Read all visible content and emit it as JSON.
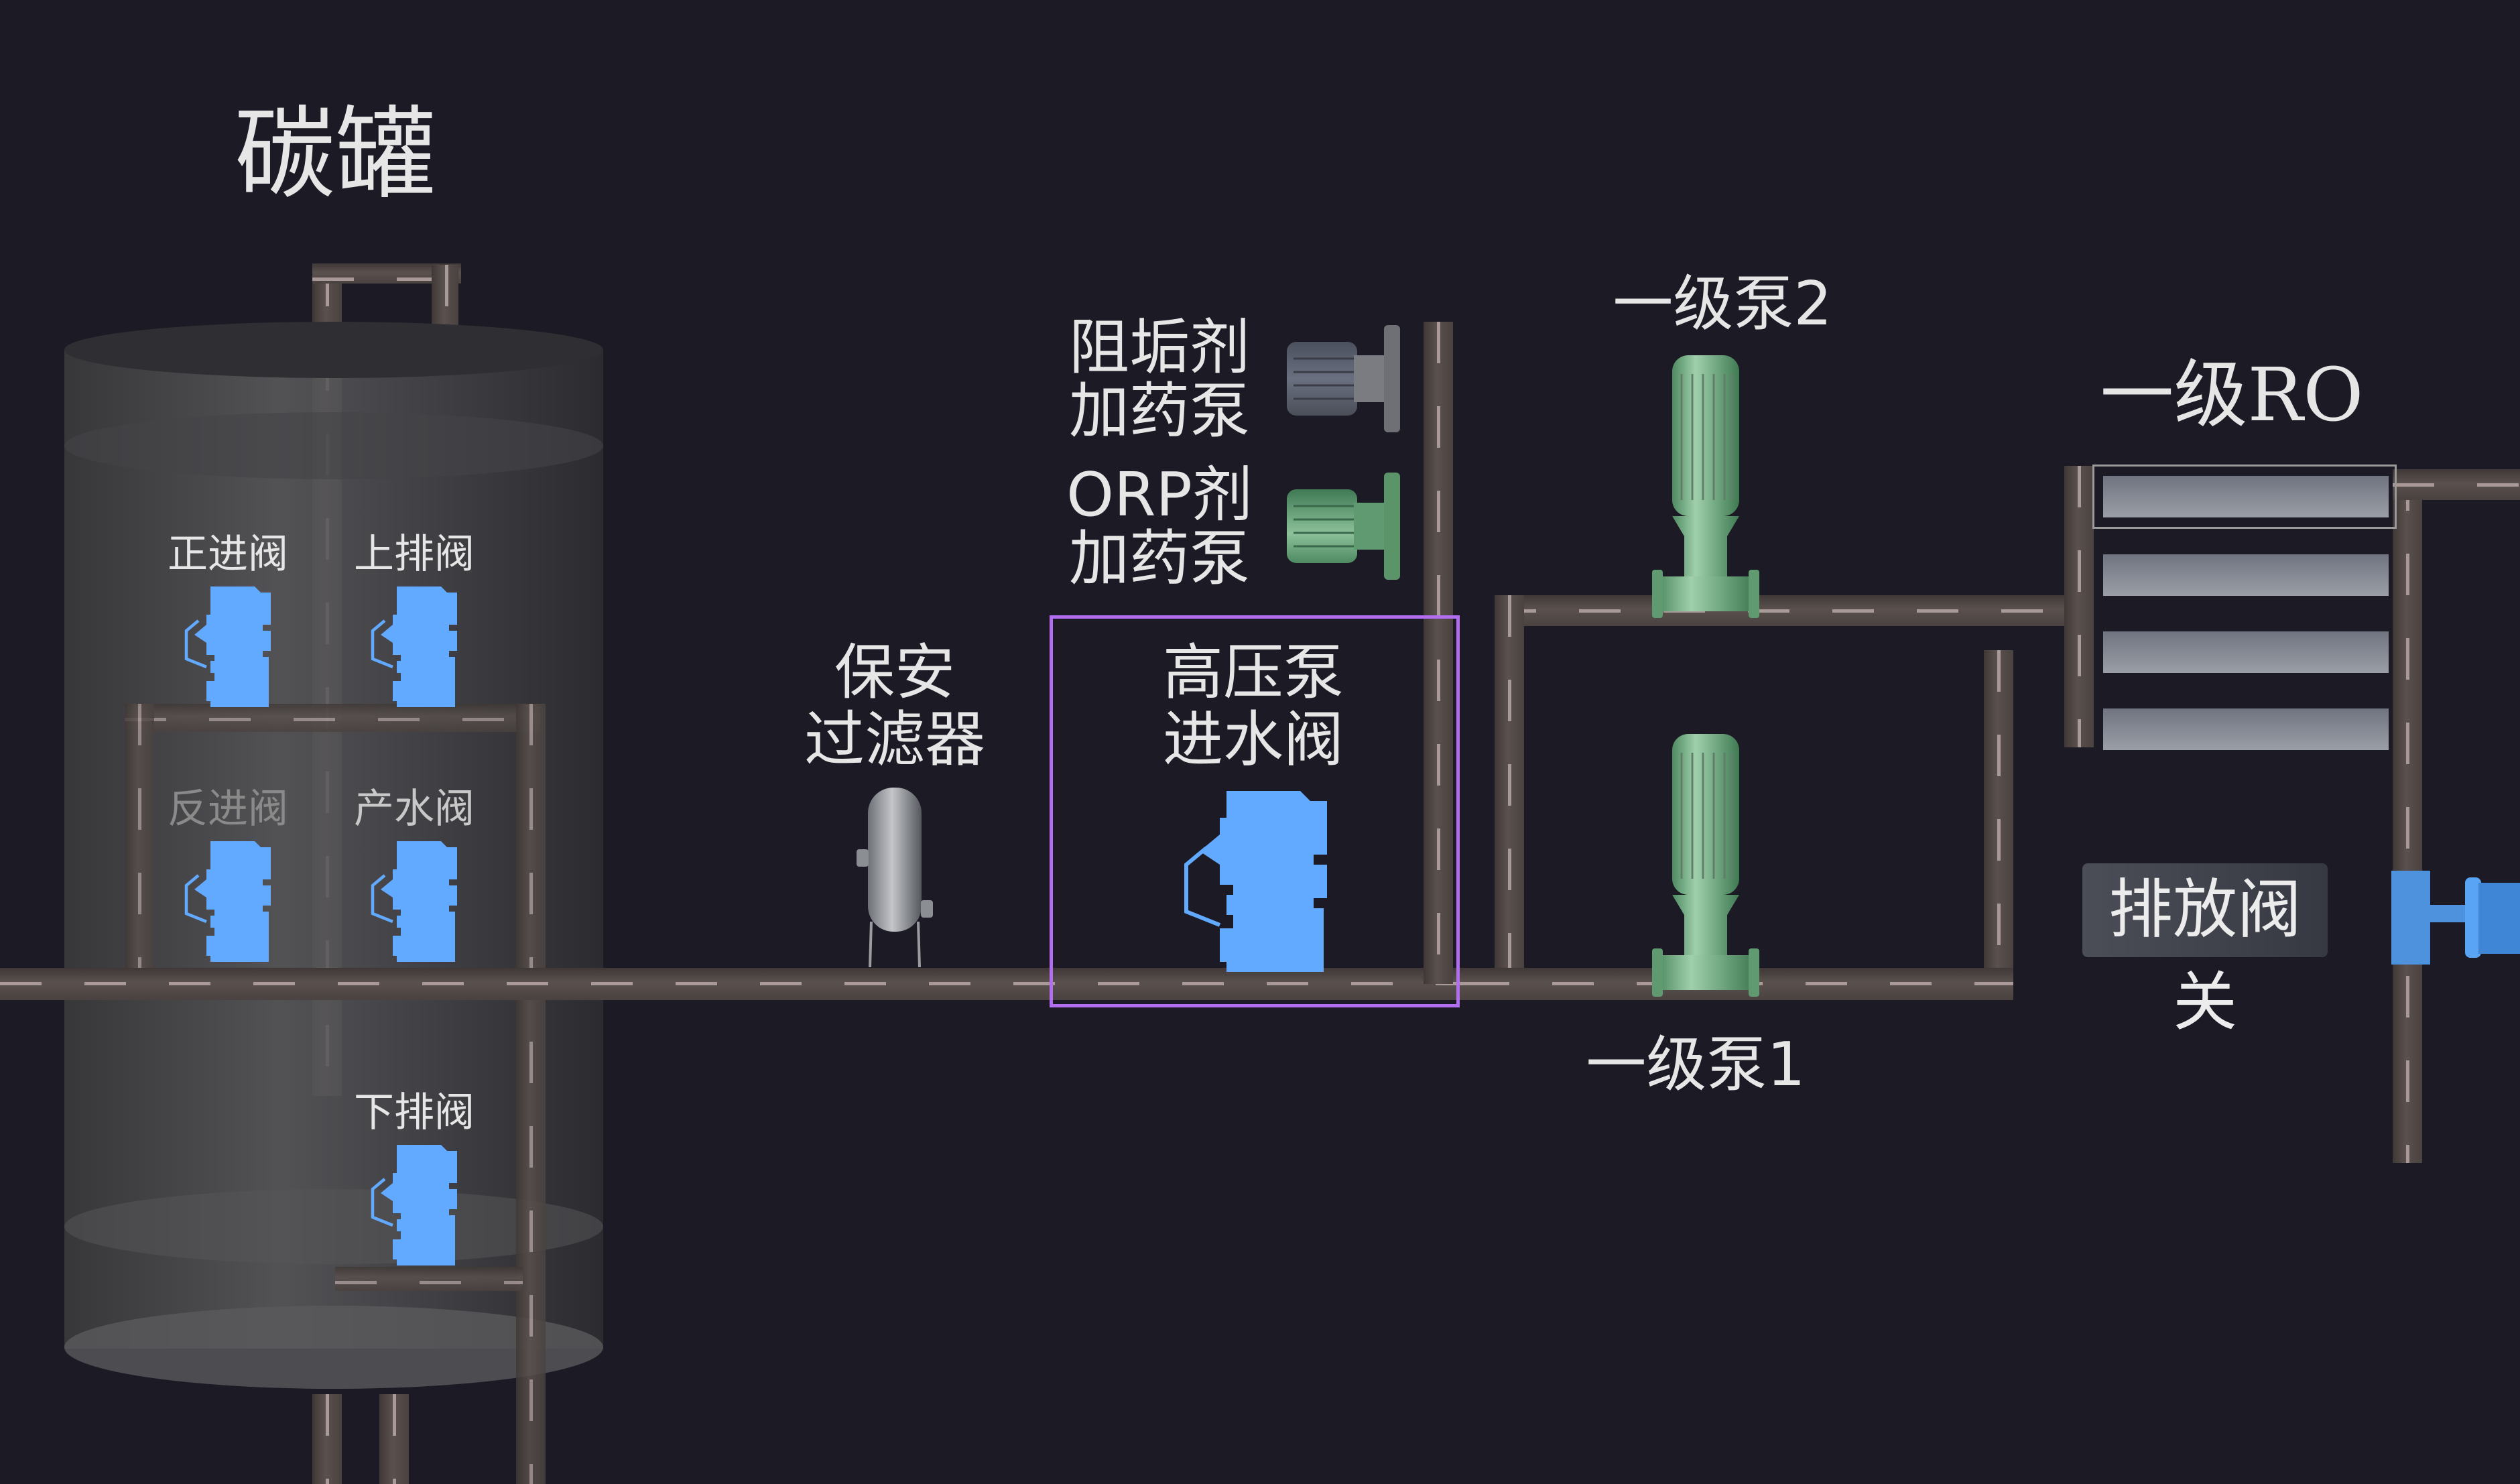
{
  "colors": {
    "background": "#1c1a24",
    "pipe": "#544b48",
    "pipe_dash": "#b7a7a6",
    "valve_blue": "#62aaff",
    "pump_green": "#5e9e74",
    "selection_border": "#b36ef0",
    "membrane": "#8a8e96"
  },
  "carbon_tank": {
    "title": "碳罐",
    "valves": [
      {
        "label": "正进阀",
        "state": "active"
      },
      {
        "label": "上排阀",
        "state": "active"
      },
      {
        "label": "反进阀",
        "state": "dimmed"
      },
      {
        "label": "产水阀",
        "state": "active"
      },
      {
        "label": "下排阀",
        "state": "active"
      }
    ]
  },
  "security_filter": {
    "line1": "保安",
    "line2": "过滤器",
    "icon": "filter-vessel-icon"
  },
  "hp_inlet_valve": {
    "line1": "高压泵",
    "line2": "进水阀",
    "selected": true
  },
  "dosing_pumps": [
    {
      "line1": "阻垢剂",
      "line2": "加药泵",
      "color": "gray"
    },
    {
      "line1": "ORP剂",
      "line2": "加药泵",
      "color": "green"
    }
  ],
  "primary_pumps": [
    {
      "label": "一级泵2"
    },
    {
      "label": "一级泵1"
    }
  ],
  "ro": {
    "title": "一级RO",
    "membrane_count": 4
  },
  "discharge_valve": {
    "status_label": "排放阀关"
  }
}
